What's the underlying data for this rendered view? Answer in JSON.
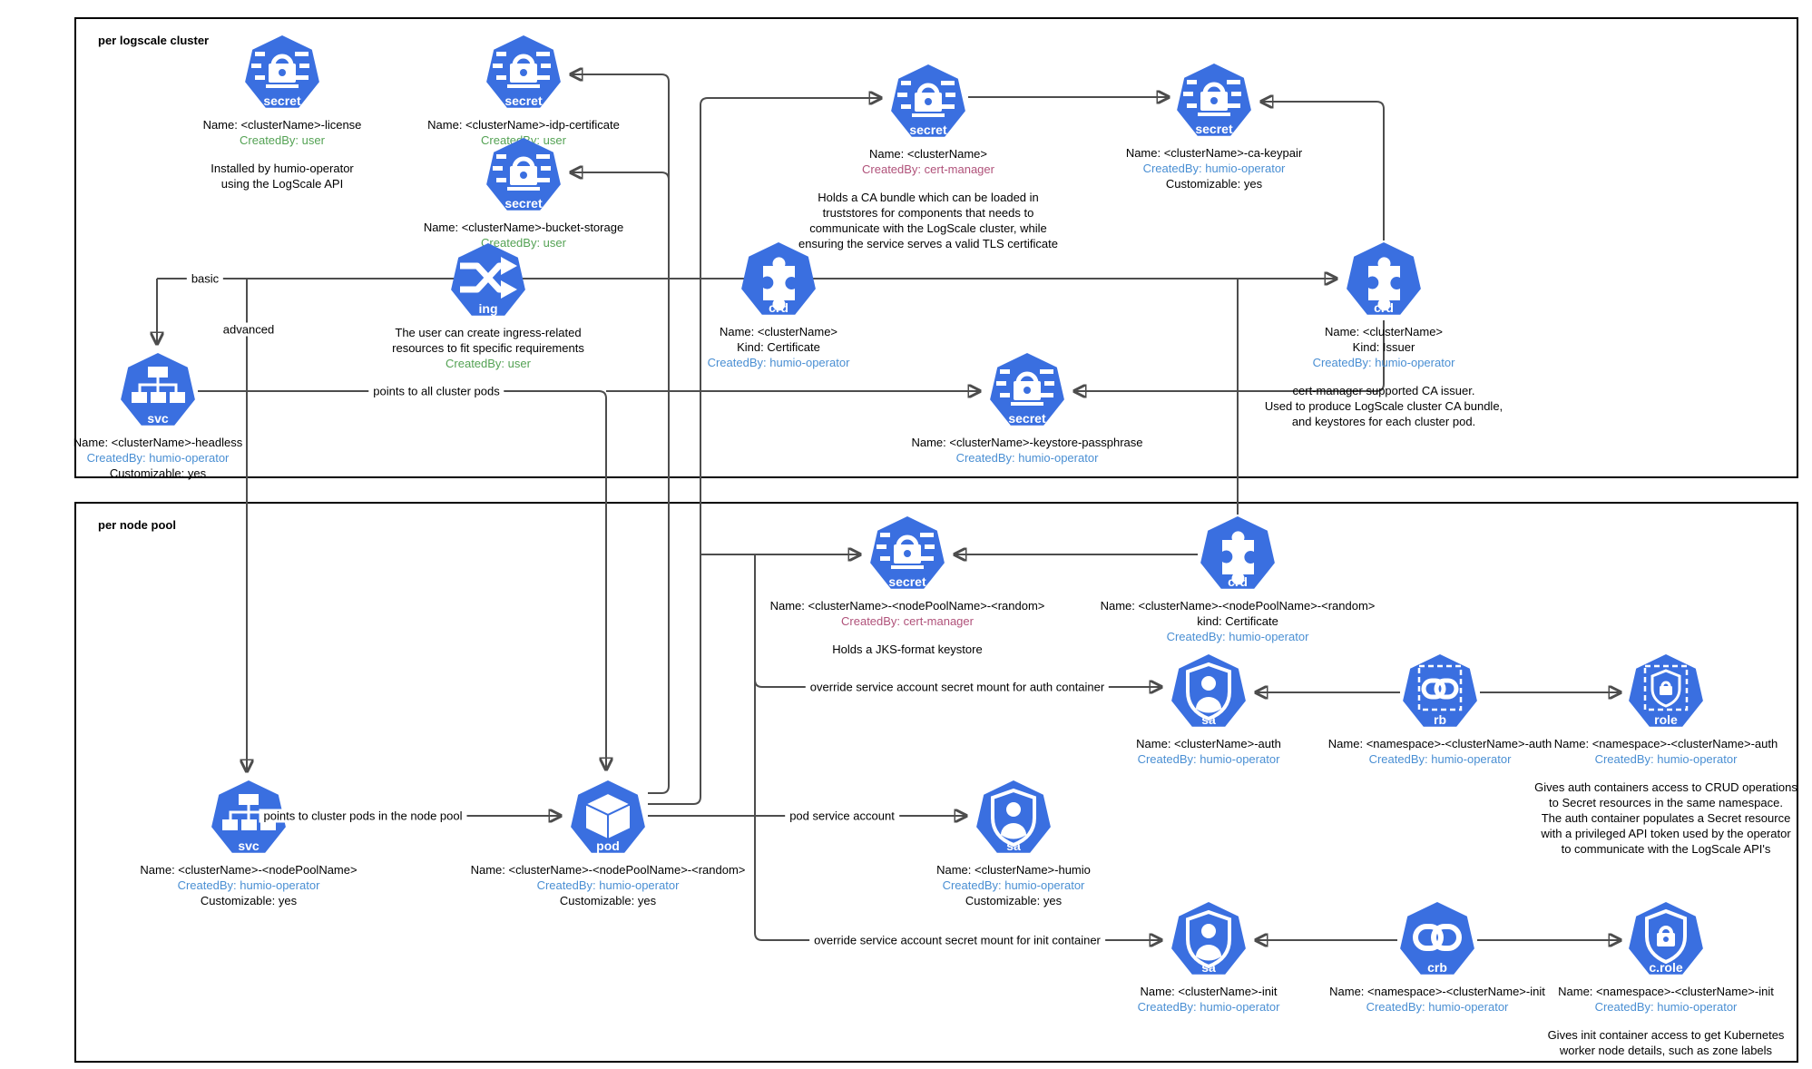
{
  "boxes": {
    "cluster_title": "per logscale cluster",
    "nodepool_title": "per node pool"
  },
  "colors": {
    "icon_blue": "#3A6FE0",
    "created_by_user": "#54A254",
    "created_by_operator": "#4A8FD3",
    "created_by_certmanager": "#B0527A",
    "line": "#4D4D4D"
  },
  "edge_labels": {
    "basic": "basic",
    "advanced": "advanced",
    "all_pods": "points to all cluster pods",
    "np_pods": "points to cluster pods in the node pool",
    "pod_sa": "pod service account",
    "override_auth": "override service account secret mount for auth container",
    "override_init": "override service account secret mount for init container"
  },
  "nodes": {
    "license": {
      "icon_label": "secret",
      "name": "Name: <clusterName>-license",
      "created": "CreatedBy: user",
      "note": "Installed by humio-operator\nusing the LogScale API"
    },
    "idp": {
      "icon_label": "secret",
      "name": "Name: <clusterName>-idp-certificate",
      "created": "CreatedBy: user"
    },
    "bucket": {
      "icon_label": "secret",
      "name": "Name: <clusterName>-bucket-storage",
      "created": "CreatedBy: user"
    },
    "cluster_secret": {
      "icon_label": "secret",
      "name": "Name: <clusterName>",
      "created": "CreatedBy: cert-manager",
      "note": "Holds a CA bundle which can be loaded in\ntruststores for components that needs to\ncommunicate with the LogScale cluster, while\nensuring the service serves a valid TLS certificate"
    },
    "ca_keypair": {
      "icon_label": "secret",
      "name": "Name: <clusterName>-ca-keypair",
      "created": "CreatedBy: humio-operator",
      "extra": "Customizable: yes"
    },
    "ing": {
      "icon_label": "ing",
      "name": "The user can create ingress-related\nresources to fit specific requirements",
      "created": "CreatedBy: user"
    },
    "svc_headless": {
      "icon_label": "svc",
      "name": "Name: <clusterName>-headless",
      "created": "CreatedBy: humio-operator",
      "extra": "Customizable: yes"
    },
    "crd_cert": {
      "icon_label": "crd",
      "name": "Name: <clusterName>",
      "kind": "Kind: Certificate",
      "created": "CreatedBy: humio-operator"
    },
    "crd_issuer": {
      "icon_label": "crd",
      "name": "Name: <clusterName>",
      "kind": "Kind: Issuer",
      "created": "CreatedBy: humio-operator",
      "note": "cert-manager supported CA issuer.\nUsed to produce LogScale cluster CA bundle,\nand keystores for each cluster pod."
    },
    "keystore": {
      "icon_label": "secret",
      "name": "Name: <clusterName>-keystore-passphrase",
      "created": "CreatedBy: humio-operator"
    },
    "np_secret": {
      "icon_label": "secret",
      "name": "Name: <clusterName>-<nodePoolName>-<random>",
      "created": "CreatedBy: cert-manager",
      "note": "Holds a JKS-format keystore"
    },
    "np_crd": {
      "icon_label": "crd",
      "name": "Name: <clusterName>-<nodePoolName>-<random>",
      "kind": "kind: Certificate",
      "created": "CreatedBy: humio-operator"
    },
    "sa_auth": {
      "icon_label": "sa",
      "name": "Name: <clusterName>-auth",
      "created": "CreatedBy: humio-operator"
    },
    "rb": {
      "icon_label": "rb",
      "name": "Name: <namespace>-<clusterName>-auth",
      "created": "CreatedBy: humio-operator"
    },
    "role": {
      "icon_label": "role",
      "name": "Name: <namespace>-<clusterName>-auth",
      "created": "CreatedBy: humio-operator",
      "note": "Gives auth containers access to CRUD operations\nto Secret resources in the same namespace.\nThe auth container populates a Secret resource\nwith a privileged API token used by the operator\nto communicate with the LogScale API's"
    },
    "svc_np": {
      "icon_label": "svc",
      "name": "Name: <clusterName>-<nodePoolName>",
      "created": "CreatedBy: humio-operator",
      "extra": "Customizable: yes"
    },
    "pod": {
      "icon_label": "pod",
      "name": "Name: <clusterName>-<nodePoolName>-<random>",
      "created": "CreatedBy: humio-operator",
      "extra": "Customizable: yes"
    },
    "sa_humio": {
      "icon_label": "sa",
      "name": "Name: <clusterName>-humio",
      "created": "CreatedBy: humio-operator",
      "extra": "Customizable: yes"
    },
    "sa_init": {
      "icon_label": "sa",
      "name": "Name: <clusterName>-init",
      "created": "CreatedBy: humio-operator"
    },
    "crb": {
      "icon_label": "crb",
      "name": "Name: <namespace>-<clusterName>-init",
      "created": "CreatedBy: humio-operator"
    },
    "crole": {
      "icon_label": "c.role",
      "name": "Name: <namespace>-<clusterName>-init",
      "created": "CreatedBy: humio-operator",
      "note": "Gives init container access to get Kubernetes\nworker node details, such as zone labels"
    }
  }
}
